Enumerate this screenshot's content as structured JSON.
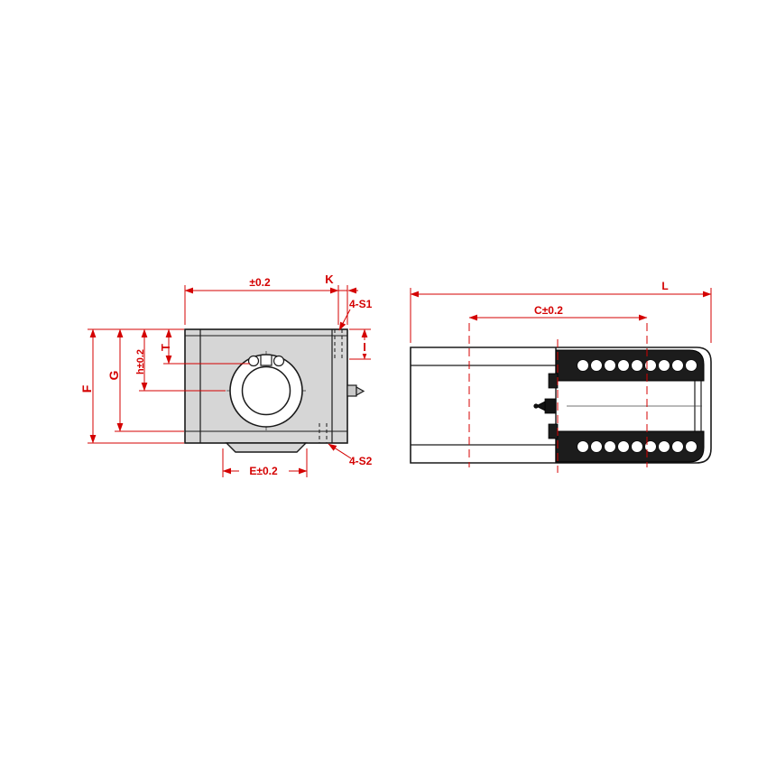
{
  "drawing": {
    "front_view": {
      "tol_top": "±0.2",
      "k": "K",
      "s1": "4-S1",
      "i": "I",
      "f": "F",
      "g": "G",
      "h": "h±0.2",
      "t": "T",
      "e": "E±0.2",
      "s2": "4-S2"
    },
    "side_view": {
      "l": "L",
      "c": "C±0.2"
    },
    "colors": {
      "dimension_red": "#d40000",
      "outline_black": "#1a1a1a",
      "body_fill_gray": "#d6d6d6",
      "shell_fill_dark": "#1c1c1c"
    }
  }
}
